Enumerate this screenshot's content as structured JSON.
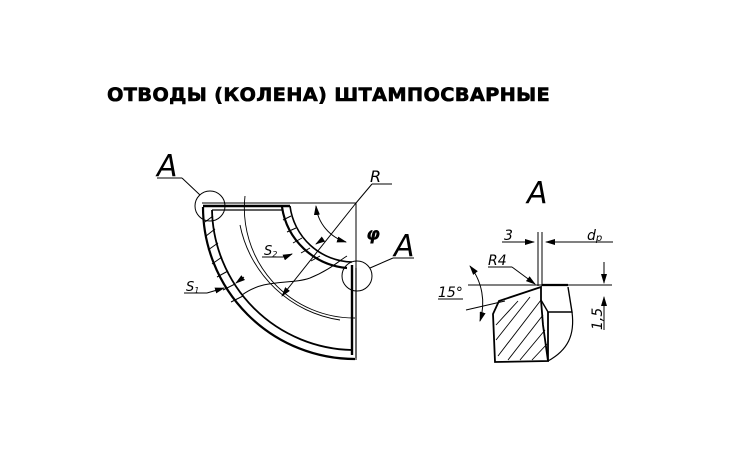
{
  "title": "ОТВОДЫ (КОЛЕНА) ШТАМПОСВАРНЫЕ",
  "elbow_view": {
    "detail_callout_left": "A",
    "detail_callout_right": "A",
    "radius_label": "R",
    "angle_label": "φ",
    "outer_wall_label": "S₁",
    "inner_wall_label": "S₂",
    "s1_main": "S",
    "s1_sub": "1",
    "s2_main": "S",
    "s2_sub": "2"
  },
  "detail_view": {
    "title": "A",
    "dim_gap": "3",
    "dim_diameter": "dр",
    "dim_diameter_main": "d",
    "dim_diameter_sub": "р",
    "radius": "R4",
    "angle": "15°",
    "height": "1,5"
  },
  "colors": {
    "line": "#000000",
    "background": "#ffffff"
  }
}
